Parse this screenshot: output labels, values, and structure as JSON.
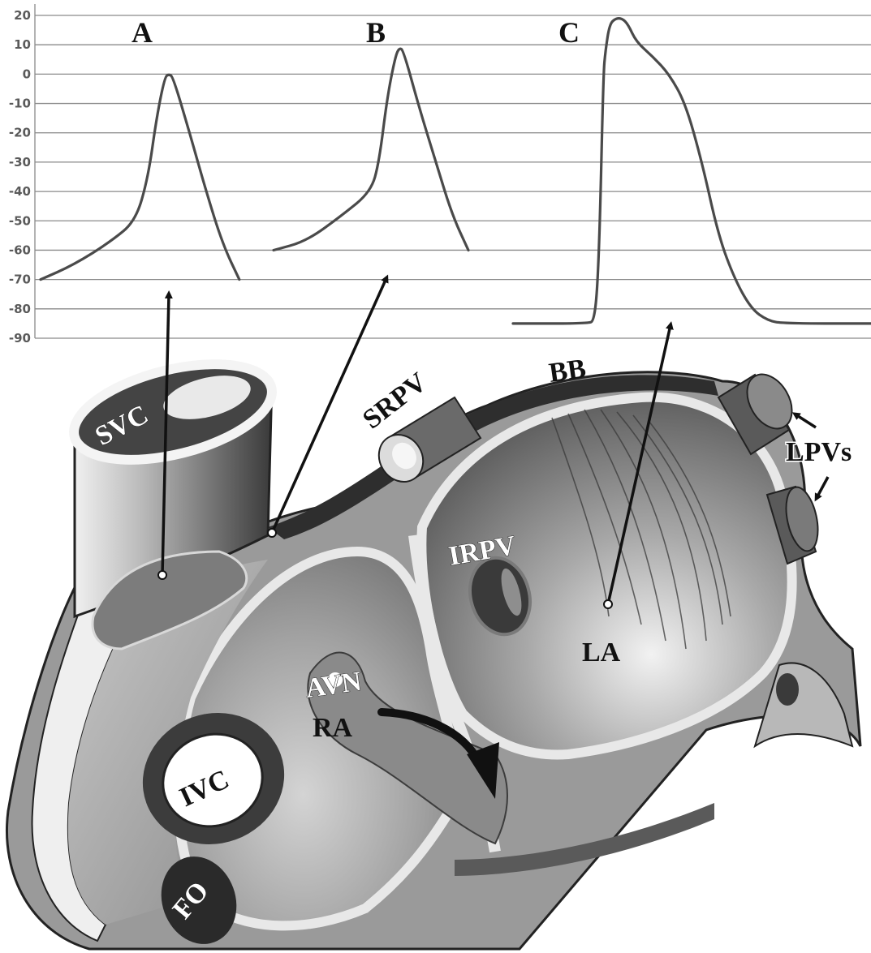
{
  "chart_data": {
    "type": "line",
    "y_ticks": [
      "20",
      "10",
      "0",
      "-10",
      "-20",
      "-30",
      "-40",
      "-50",
      "-60",
      "-70",
      "-80",
      "-90"
    ],
    "ylim": [
      -90,
      20
    ],
    "grid": true,
    "series": [
      {
        "name": "A",
        "description_site": "SVC",
        "points": [
          [
            0,
            -70
          ],
          [
            8,
            -65
          ],
          [
            17,
            -57
          ],
          [
            23,
            -50
          ],
          [
            26,
            -35
          ],
          [
            28,
            -15
          ],
          [
            30,
            -1
          ],
          [
            31,
            0
          ],
          [
            32,
            -1
          ],
          [
            36,
            -20
          ],
          [
            40,
            -40
          ],
          [
            44,
            -58
          ],
          [
            48,
            -70
          ]
        ]
      },
      {
        "name": "B",
        "description_site": "SRPV",
        "points": [
          [
            0,
            -60
          ],
          [
            8,
            -57
          ],
          [
            17,
            -48
          ],
          [
            24,
            -40
          ],
          [
            26,
            -30
          ],
          [
            28,
            -8
          ],
          [
            30,
            6
          ],
          [
            31,
            9
          ],
          [
            32,
            8
          ],
          [
            36,
            -12
          ],
          [
            40,
            -30
          ],
          [
            44,
            -48
          ],
          [
            48,
            -60
          ]
        ]
      },
      {
        "name": "C",
        "description_site": "LA",
        "points": [
          [
            0,
            -85
          ],
          [
            18,
            -85
          ],
          [
            20,
            -84
          ],
          [
            21,
            -60
          ],
          [
            22,
            0
          ],
          [
            22.5,
            8
          ],
          [
            23.5,
            17
          ],
          [
            25,
            19
          ],
          [
            26.5,
            19
          ],
          [
            28,
            17
          ],
          [
            30,
            11
          ],
          [
            34,
            6
          ],
          [
            38,
            0
          ],
          [
            42,
            -10
          ],
          [
            46,
            -30
          ],
          [
            50,
            -55
          ],
          [
            54,
            -70
          ],
          [
            58,
            -80
          ],
          [
            62,
            -84
          ],
          [
            66,
            -85
          ],
          [
            88,
            -85
          ]
        ]
      }
    ]
  },
  "panels": {
    "a": "A",
    "b": "B",
    "c": "C"
  },
  "anatomy": {
    "svc": "SVC",
    "srpv": "SRPV",
    "bb": "BB",
    "lpvs": "LPVs",
    "irpv": "IRPV",
    "la": "LA",
    "ra": "RA",
    "ivc": "IVC",
    "avn": "AVN",
    "fo": "FO"
  },
  "colors": {
    "trace": "#4a4a4a",
    "grid": "#8a8a8a",
    "tissue_light": "#e6e6e6",
    "tissue_mid": "#8c8c8c",
    "tissue_dark": "#3c3c3c"
  }
}
